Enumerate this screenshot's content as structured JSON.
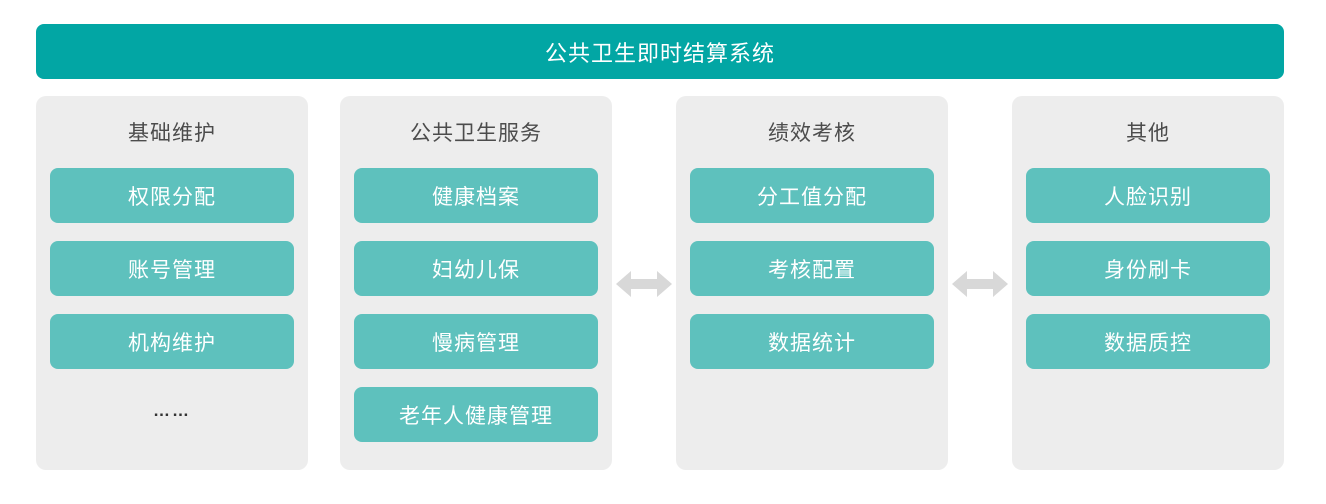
{
  "header": {
    "title": "公共卫生即时结算系统"
  },
  "colors": {
    "header_bg": "#02a6a4",
    "button_bg": "#5ec1bd",
    "panel_bg": "#ededed",
    "title_text": "#4c4c4c",
    "button_text": "#ffffff",
    "arrow_color": "#d8d8d8",
    "canvas_bg": "#ffffff"
  },
  "columns": [
    {
      "title": "基础维护",
      "items": [
        "权限分配",
        "账号管理",
        "机构维护"
      ],
      "ellipsis": "……"
    },
    {
      "title": "公共卫生服务",
      "items": [
        "健康档案",
        "妇幼儿保",
        "慢病管理",
        "老年人健康管理"
      ]
    },
    {
      "title": "绩效考核",
      "items": [
        "分工值分配",
        "考核配置",
        "数据统计"
      ]
    },
    {
      "title": "其他",
      "items": [
        "人脸识别",
        "身份刷卡",
        "数据质控"
      ]
    }
  ],
  "arrows": [
    {
      "name": "double-arrow-between-services-and-assessment"
    },
    {
      "name": "double-arrow-between-assessment-and-others"
    }
  ]
}
